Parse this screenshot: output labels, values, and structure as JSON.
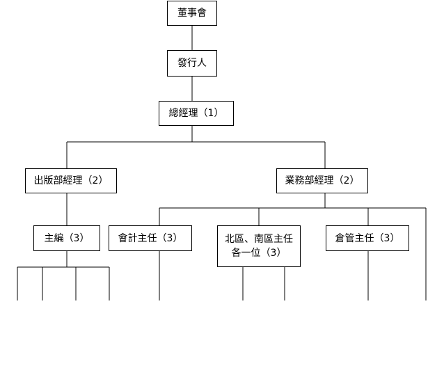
{
  "org_chart": {
    "colors": {
      "line": "#000000",
      "box_border": "#000000",
      "background": "#ffffff"
    },
    "nodes": {
      "board": "董事會",
      "publisher": "發行人",
      "general_manager": "總經理（1）",
      "publishing_manager": "出版部經理（2）",
      "business_manager": "業務部經理（2）",
      "chief_editor": "主編（3）",
      "accounting_head": "會計主任（3）",
      "regional_heads": "北區、南區主任各一位（3）",
      "warehouse_head": "倉管主任（3）"
    }
  }
}
